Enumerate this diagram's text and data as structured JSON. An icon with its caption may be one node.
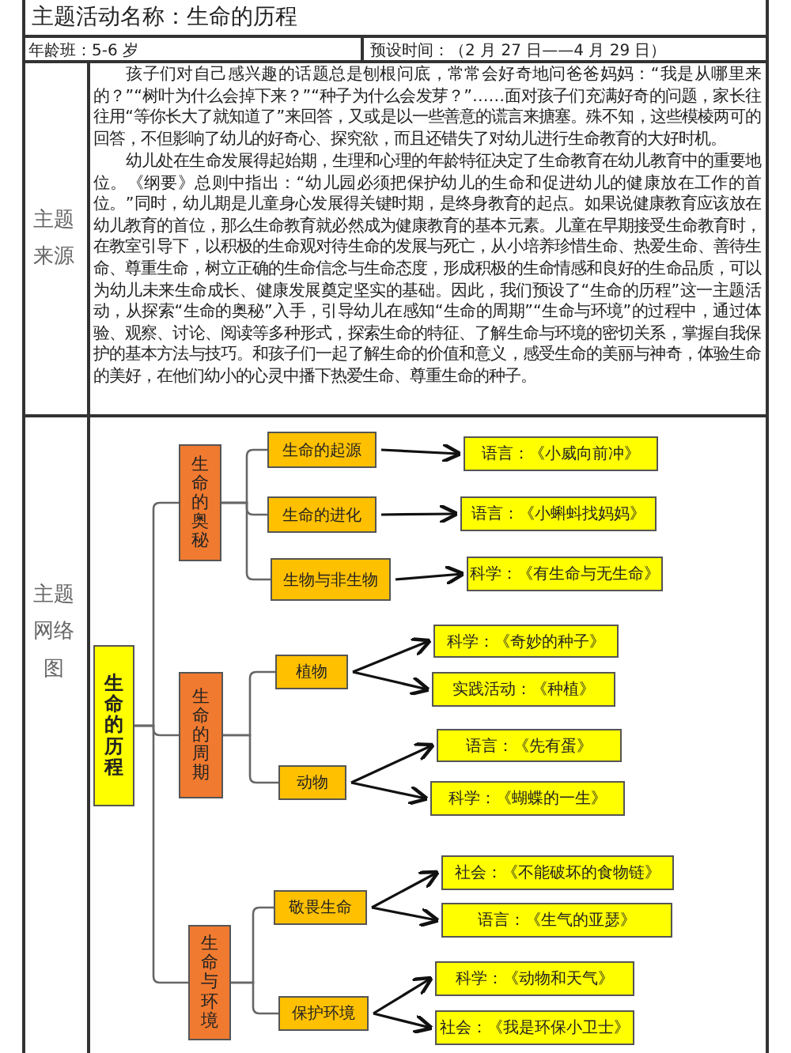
{
  "diagram": {
    "title": "主题活动名称：生命的历程",
    "nodes": [
      {
        "text": [
          "生命的历程"
        ]
      },
      {
        "text": [
          "生命的奥秘"
        ]
      },
      {
        "text": [
          "生命的起源"
        ]
      },
      {
        "text": [
          "语言：《小威向前冲》"
        ]
      },
      {
        "text": [
          "生命的进化"
        ]
      },
      {
        "text": [
          "语言：《小蝌蚪找妈妈》"
        ]
      },
      {
        "text": [
          "生物与非生物"
        ]
      },
      {
        "text": [
          "科学：《有生命与无生命》"
        ]
      },
      {
        "text": [
          "生命的周期"
        ]
      },
      {
        "text": [
          "植物"
        ]
      },
      {
        "text": [
          "科学：《奇妙的种子》"
        ]
      },
      {
        "text": [
          "实践活动：《种植》"
        ]
      },
      {
        "text": [
          "动物"
        ]
      },
      {
        "text": [
          "语言：《先有蛋》"
        ]
      },
      {
        "text": [
          "科学：《蝴蝶的一生》"
        ]
      },
      {
        "text": [
          "生命与环境"
        ]
      },
      {
        "text": [
          "敬畏生命"
        ]
      },
      {
        "text": [
          "社会：《不能破坏的食物链》"
        ]
      },
      {
        "text": [
          "语言：《生气的亚瑟》"
        ]
      },
      {
        "text": [
          "保护环境"
        ]
      },
      {
        "text": [
          "科学：《动物和天气》"
        ]
      },
      {
        "text": [
          "社会：《我是环保小卫士》"
        ]
      }
    ],
    "edges": [
      {
        "from": 0,
        "to": 1,
        "arrow": "none"
      },
      {
        "from": 0,
        "to": 8,
        "arrow": "none"
      },
      {
        "from": 0,
        "to": 15,
        "arrow": "none"
      },
      {
        "from": 1,
        "to": 2,
        "arrow": "none"
      },
      {
        "from": 1,
        "to": 4,
        "arrow": "none"
      },
      {
        "from": 1,
        "to": 6,
        "arrow": "none"
      },
      {
        "from": 2,
        "to": 3,
        "arrow": "to"
      },
      {
        "from": 4,
        "to": 5,
        "arrow": "to"
      },
      {
        "from": 6,
        "to": 7,
        "arrow": "to"
      },
      {
        "from": 8,
        "to": 9,
        "arrow": "none"
      },
      {
        "from": 8,
        "to": 12,
        "arrow": "none"
      },
      {
        "from": 9,
        "to": 10,
        "arrow": "to"
      },
      {
        "from": 9,
        "to": 11,
        "arrow": "to"
      },
      {
        "from": 12,
        "to": 13,
        "arrow": "to"
      },
      {
        "from": 12,
        "to": 14,
        "arrow": "to"
      },
      {
        "from": 15,
        "to": 16,
        "arrow": "none"
      },
      {
        "from": 15,
        "to": 19,
        "arrow": "none"
      },
      {
        "from": 16,
        "to": 17,
        "arrow": "to"
      },
      {
        "from": 16,
        "to": 18,
        "arrow": "to"
      },
      {
        "from": 19,
        "to": 20,
        "arrow": "to"
      },
      {
        "from": 19,
        "to": 21,
        "arrow": "to"
      }
    ],
    "labels": [
      "年龄班：5-6 岁",
      "预设时间：（2 月 27 日——4 月 29 日）",
      "主题来源",
      "孩子们对自己感兴趣的话题总是刨根问底，常常会好奇地问爸爸妈妈：“我是从哪里来的？”“树叶为什么会掉下来？”“种子为什么会发芽？”……面对孩子们充满好奇的问题，家长往往用“等你长大了就知道了”来回答，又或是以一些善意的谎言来搪塞。殊不知，这些模棱两可的回答，不但影响了幼儿的好奇心、探究欲，而且还错失了对幼儿进行生命教育的大好时机。",
      "幼儿处在生命发展得起始期，生理和心理的年龄特征决定了生命教育在幼儿教育中的重要地位。《纲要》总则中指出：“幼儿园必须把保护幼儿的生命和促进幼儿的健康放在工作的首位。”同时，幼儿期是儿童身心发展得关键时期，是终身教育的起点。如果说健康教育应该放在幼儿教育的首位，那么生命教育就必然成为健康教育的基本元素。儿童在早期接受生命教育时，在教室引导下，以积极的生命观对待生命的发展与死亡，从小培养珍惜生命、热爱生命、善待生命、尊重生命，树立正确的生命信念与生命态度，形成积极的生命情感和良好的生命品质，可以为幼儿未来生命成长、健康发展奠定坚实的基础。因此，我们预设了“生命的历程”这一主题活动，从探索“生命的奥秘”入手，引导幼儿在感知“生命的周期”“生命与环境”的过程中，通过体验、观察、讨论、阅读等多种形式，探索生命的特征、了解生命与环境的密切关系，掌握自我保护的基本方法与技巧。和孩子们一起了解生命的价值和意义，感受生命的美丽与神奇，体验生命的美好，在他们幼小的心灵中播下热爱生命、尊重生命的种子。",
      "主题网络图"
    ]
  }
}
